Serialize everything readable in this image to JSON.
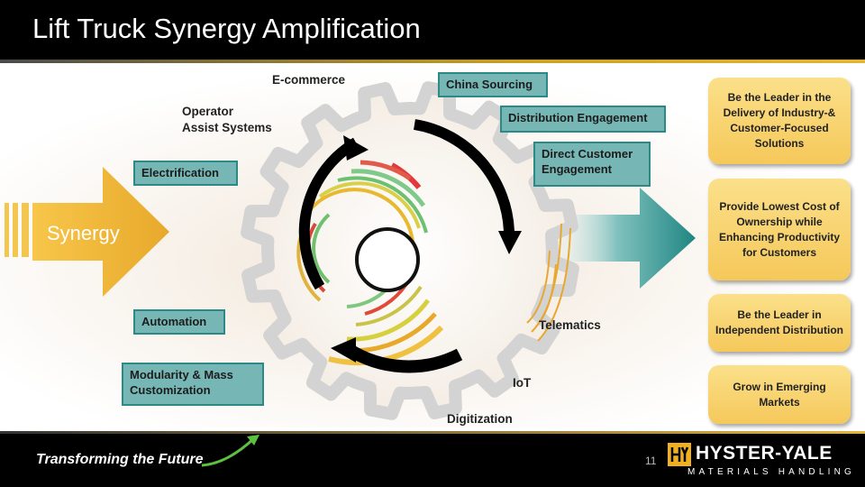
{
  "header": {
    "title": "Lift Truck Synergy Amplification"
  },
  "synergy_arrow": {
    "label": "Synergy"
  },
  "labels": {
    "ecommerce": "E-commerce",
    "operator_assist": [
      "Operator",
      "Assist Systems"
    ],
    "telematics": "Telematics",
    "iot": "IoT",
    "digitization": "Digitization"
  },
  "teal_boxes": {
    "china_sourcing": "China Sourcing",
    "distribution_engagement": "Distribution Engagement",
    "direct_customer": [
      "Direct Customer",
      "Engagement"
    ],
    "electrification": "Electrification",
    "automation": "Automation",
    "modularity": [
      "Modularity & Mass",
      "Customization"
    ]
  },
  "goals": [
    "Be the Leader in the Delivery of Industry-& Customer-Focused Solutions",
    "Provide Lowest Cost of Ownership while Enhancing Productivity for Customers",
    "Be the Leader in Independent Distribution",
    "Grow in Emerging Markets"
  ],
  "footer": {
    "tagline": "Transforming the Future",
    "page_number": "11",
    "logo_main": "HYSTER-YALE",
    "logo_sub": "MATERIALS HANDLING"
  },
  "colors": {
    "teal_box": "#76b7b5",
    "teal_border": "#2b8a86",
    "goal_fill": "#f5c85a",
    "header_bg": "#000000"
  }
}
